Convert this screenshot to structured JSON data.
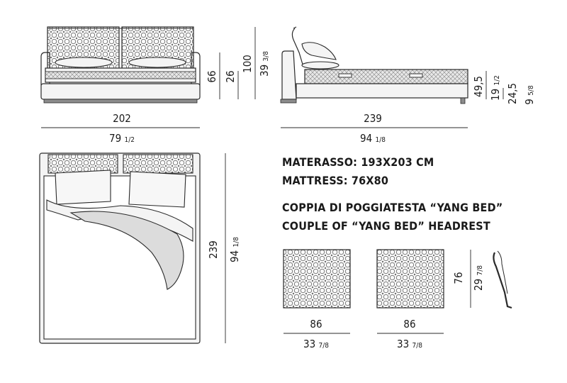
{
  "colors": {
    "line": "#2a2a2a",
    "fill_light": "#f4f4f4",
    "fill_mid": "#dcdcdc",
    "fill_dark": "#8c8c8c",
    "pattern": "#6e6e6e"
  },
  "front_view": {
    "width_cm": "202",
    "width_in_whole": "79",
    "width_in_frac": "1/2",
    "h1": "66",
    "h2": "26",
    "h3": "100",
    "h3_in_whole": "39",
    "h3_in_frac": "3/8"
  },
  "side_view": {
    "length_cm": "239",
    "length_in_whole": "94",
    "length_in_frac": "1/8",
    "h_a": "49,5",
    "h_a_in_whole": "19",
    "h_a_in_frac": "1/2",
    "h_b": "24,5",
    "h_b_in_whole": "9",
    "h_b_in_frac": "5/8"
  },
  "top_view": {
    "length_cm": "239",
    "length_in_whole": "94",
    "length_in_frac": "1/8"
  },
  "mattress": {
    "line1": "MATERASSO: 193X203 CM",
    "line2": "MATTRESS: 76X80"
  },
  "headrest": {
    "line1": "COPPIA DI POGGIATESTA “YANG BED”",
    "line2": "COUPLE OF “YANG BED” HEADREST",
    "width_cm_1": "86",
    "width_in_whole_1": "33",
    "width_in_frac_1": "7/8",
    "width_cm_2": "86",
    "width_in_whole_2": "33",
    "width_in_frac_2": "7/8",
    "height_cm": "76",
    "height_in_whole": "29",
    "height_in_frac": "7/8"
  }
}
